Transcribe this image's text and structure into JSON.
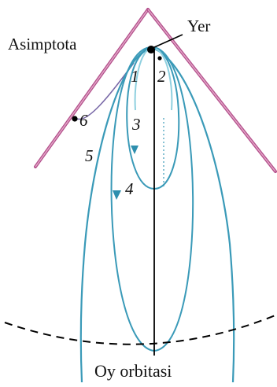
{
  "diagram": {
    "labels": {
      "earth": "Yer",
      "asymptote": "Asimptota",
      "moon_orbit": "Oy orbitasi",
      "n1": "1",
      "n2": "2",
      "n3": "3",
      "n4": "4",
      "n5": "5",
      "n6": "6"
    },
    "colors": {
      "trajectory": "#3a9ab8",
      "trajectory_light": "#8fd0df",
      "asymptote": "#b4508c",
      "axis": "#000000",
      "moon_orbit": "#000000",
      "arrow": "#2e8fae"
    }
  }
}
